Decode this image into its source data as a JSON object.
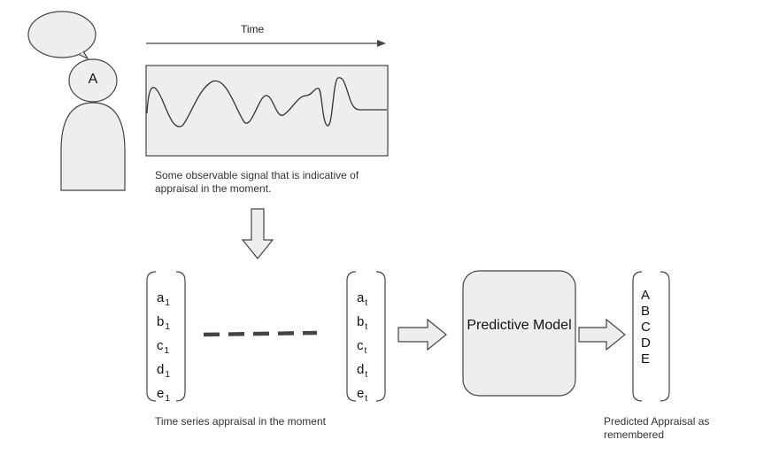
{
  "time_label": "Time",
  "person_label": "A",
  "signal_caption": "Some observable signal that is indicative of appraisal in the moment.",
  "series_caption": "Time series appraisal in the moment",
  "model_label": "Predictive Model",
  "output_caption": "Predicted Appraisal as remembered",
  "vector_first": [
    {
      "base": "a",
      "sub": "1"
    },
    {
      "base": "b",
      "sub": "1"
    },
    {
      "base": "c",
      "sub": "1"
    },
    {
      "base": "d",
      "sub": "1"
    },
    {
      "base": "e",
      "sub": "1"
    }
  ],
  "vector_last": [
    {
      "base": "a",
      "sub": "t"
    },
    {
      "base": "b",
      "sub": "t"
    },
    {
      "base": "c",
      "sub": "t"
    },
    {
      "base": "d",
      "sub": "t"
    },
    {
      "base": "e",
      "sub": "t"
    }
  ],
  "output_vector": [
    "A",
    "B",
    "C",
    "D",
    "E"
  ],
  "colors": {
    "shape_fill": "#eeeeee",
    "stroke": "#444444",
    "dash": "#444444"
  }
}
